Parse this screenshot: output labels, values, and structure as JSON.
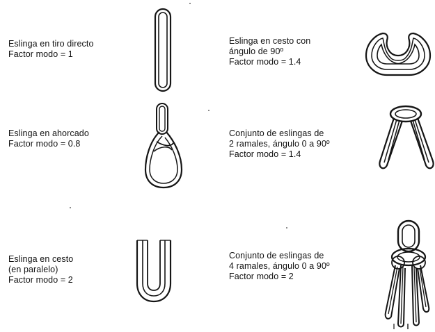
{
  "slings": [
    {
      "lines": [
        "Eslinga en tiro directo",
        "Factor modo = 1"
      ],
      "icon": "single-straight-sling-icon"
    },
    {
      "lines": [
        "Eslinga en ahorcado",
        "Factor modo = 0.8"
      ],
      "icon": "choker-hitch-sling-icon"
    },
    {
      "lines": [
        "Eslinga en cesto",
        "(en paralelo)",
        "Factor modo = 2"
      ],
      "icon": "basket-parallel-sling-icon"
    },
    {
      "lines": [
        "Eslinga en cesto con",
        "ángulo de 90º",
        "Factor modo = 1.4"
      ],
      "icon": "basket-90-degree-sling-icon"
    },
    {
      "lines": [
        "Conjunto de eslingas de",
        "2 ramales, ángulo 0 a 90º",
        "Factor modo = 1.4"
      ],
      "icon": "two-leg-sling-icon"
    },
    {
      "lines": [
        "Conjunto de eslingas de",
        "4 ramales, ángulo 0 a 90º",
        "Factor modo = 2"
      ],
      "icon": "four-leg-sling-icon"
    }
  ]
}
